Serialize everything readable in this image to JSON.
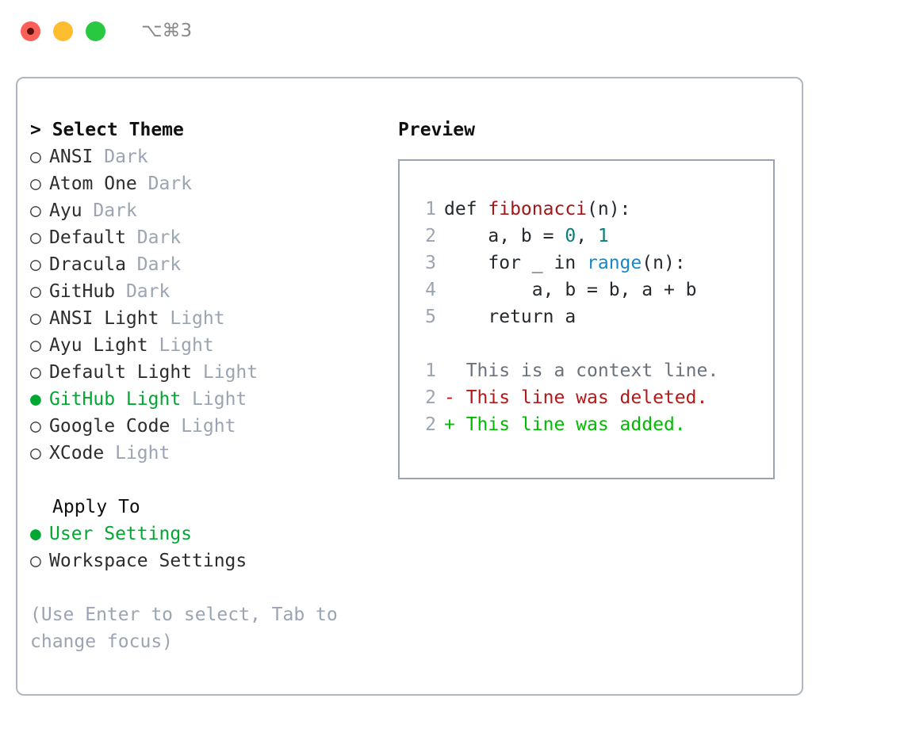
{
  "titlebar": {
    "shortcut": "⌥⌘3",
    "buttons": [
      {
        "name": "close",
        "color": "#fb6058"
      },
      {
        "name": "minimize",
        "color": "#fdbd2e"
      },
      {
        "name": "zoom",
        "color": "#28c840"
      }
    ]
  },
  "theme_section": {
    "heading": "> Select Theme",
    "items": [
      {
        "marker": "○",
        "label": "ANSI",
        "tag": "Dark",
        "selected": false
      },
      {
        "marker": "○",
        "label": "Atom One",
        "tag": "Dark",
        "selected": false
      },
      {
        "marker": "○",
        "label": "Ayu",
        "tag": "Dark",
        "selected": false
      },
      {
        "marker": "○",
        "label": "Default",
        "tag": "Dark",
        "selected": false
      },
      {
        "marker": "○",
        "label": "Dracula",
        "tag": "Dark",
        "selected": false
      },
      {
        "marker": "○",
        "label": "GitHub",
        "tag": "Dark",
        "selected": false
      },
      {
        "marker": "○",
        "label": "ANSI Light",
        "tag": "Light",
        "selected": false
      },
      {
        "marker": "○",
        "label": "Ayu Light",
        "tag": "Light",
        "selected": false
      },
      {
        "marker": "○",
        "label": "Default Light",
        "tag": "Light",
        "selected": false
      },
      {
        "marker": "●",
        "label": "GitHub Light",
        "tag": "Light",
        "selected": true
      },
      {
        "marker": "○",
        "label": "Google Code",
        "tag": "Light",
        "selected": false
      },
      {
        "marker": "○",
        "label": "XCode",
        "tag": "Light",
        "selected": false
      }
    ]
  },
  "apply_section": {
    "heading": "Apply To",
    "items": [
      {
        "marker": "●",
        "label": "User Settings",
        "selected": true
      },
      {
        "marker": "○",
        "label": "Workspace Settings",
        "selected": false
      }
    ]
  },
  "hint": "(Use Enter to select, Tab to change focus)",
  "preview": {
    "heading": "Preview",
    "code_lines": [
      {
        "no": "1",
        "segments": [
          {
            "text": "def ",
            "kind": "plain"
          },
          {
            "text": "fibonacci",
            "kind": "fn"
          },
          {
            "text": "(n):",
            "kind": "plain"
          }
        ]
      },
      {
        "no": "2",
        "segments": [
          {
            "text": "    a, b = ",
            "kind": "plain"
          },
          {
            "text": "0",
            "kind": "num"
          },
          {
            "text": ", ",
            "kind": "plain"
          },
          {
            "text": "1",
            "kind": "num"
          }
        ]
      },
      {
        "no": "3",
        "segments": [
          {
            "text": "    for _ in ",
            "kind": "plain"
          },
          {
            "text": "range",
            "kind": "call"
          },
          {
            "text": "(n):",
            "kind": "plain"
          }
        ]
      },
      {
        "no": "4",
        "segments": [
          {
            "text": "        a, b = b, a + b",
            "kind": "plain"
          }
        ]
      },
      {
        "no": "5",
        "segments": [
          {
            "text": "    return a",
            "kind": "plain"
          }
        ]
      }
    ],
    "diff_lines": [
      {
        "no": "1",
        "text": "  This is a context line.",
        "kind": "ctx"
      },
      {
        "no": "2",
        "text": "- This line was deleted.",
        "kind": "del"
      },
      {
        "no": "2",
        "text": "+ This line was added.",
        "kind": "add"
      }
    ]
  },
  "colors": {
    "selected_green": "#00a832",
    "diff_add_green": "#00bb00",
    "diff_del_red": "#b41919",
    "tag_grey": "#9aa4b2",
    "border_grey": "#aeb7c4",
    "function_red": "#a4161a",
    "number_teal": "#0a7d7d",
    "call_blue": "#1b87c4"
  }
}
